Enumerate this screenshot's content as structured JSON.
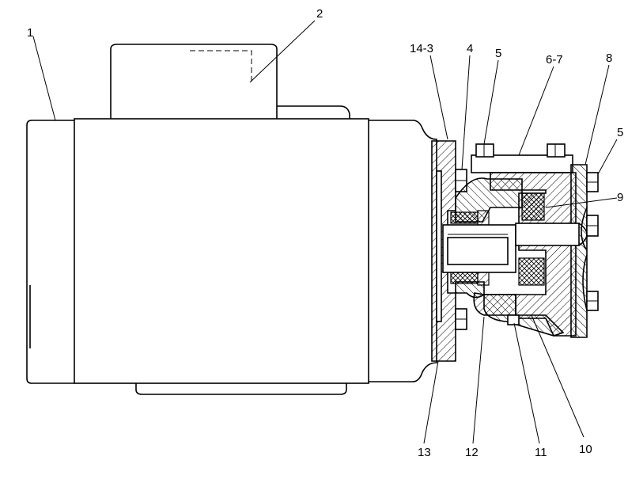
{
  "callouts": {
    "c1": "1",
    "c2": "2",
    "c14_3": "14-3",
    "c4": "4",
    "c5a": "5",
    "c6_7": "6-7",
    "c8": "8",
    "c5b": "5",
    "c9": "9",
    "c13": "13",
    "c12": "12",
    "c11": "11",
    "c10": "10"
  }
}
